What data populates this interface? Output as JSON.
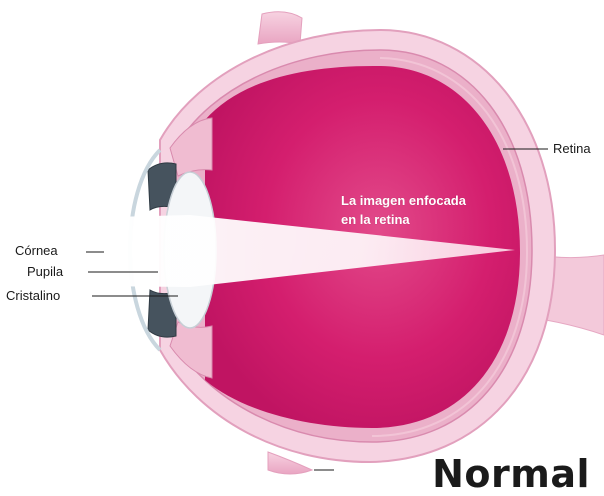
{
  "labels": {
    "cornea": "Córnea",
    "pupila": "Pupila",
    "cristalino": "Cristalino",
    "retina": "Retina",
    "focus_line1": "La imagen enfocada",
    "focus_line2": "en la retina"
  },
  "title": "Normal",
  "colors": {
    "vitreous": "#d41e6e",
    "vitreous_light": "#e05a93",
    "sclera": "#f4c6d8",
    "sclera_edge": "#e7a3bf",
    "light_beam": "#ffffff",
    "iris": "#3f4b56"
  }
}
